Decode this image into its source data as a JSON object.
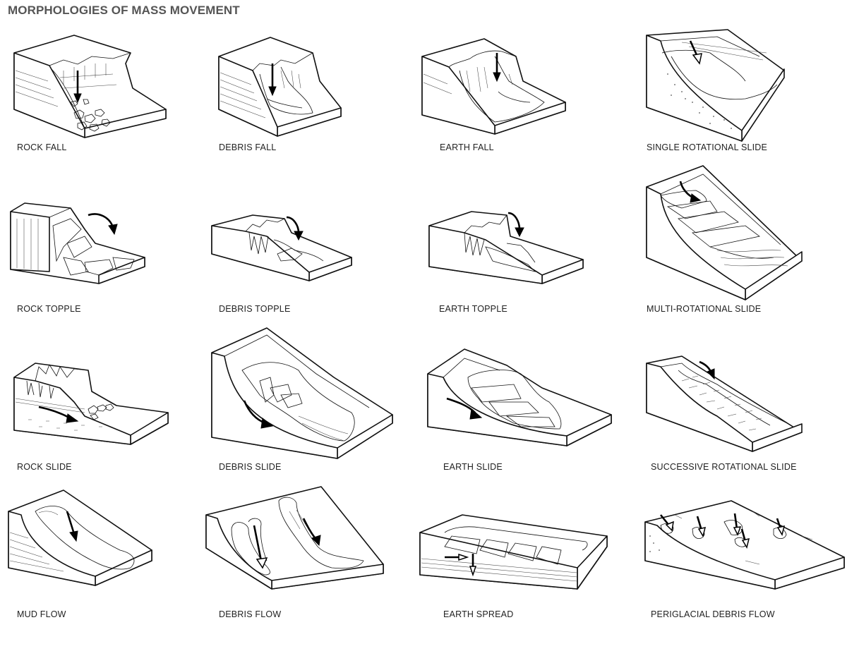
{
  "title": "MORPHOLOGIES OF MASS MOVEMENT",
  "panels": [
    {
      "id": "rock-fall",
      "label": "ROCK FALL"
    },
    {
      "id": "debris-fall",
      "label": "DEBRIS FALL"
    },
    {
      "id": "earth-fall",
      "label": "EARTH FALL"
    },
    {
      "id": "single-rotational-slide",
      "label": "SINGLE ROTATIONAL SLIDE"
    },
    {
      "id": "rock-topple",
      "label": "ROCK TOPPLE"
    },
    {
      "id": "debris-topple",
      "label": "DEBRIS TOPPLE"
    },
    {
      "id": "earth-topple",
      "label": "EARTH TOPPLE"
    },
    {
      "id": "multi-rotational-slide",
      "label": "MULTI-ROTATIONAL SLIDE"
    },
    {
      "id": "rock-slide",
      "label": "ROCK SLIDE"
    },
    {
      "id": "debris-slide",
      "label": "DEBRIS SLIDE"
    },
    {
      "id": "earth-slide",
      "label": "EARTH SLIDE"
    },
    {
      "id": "successive-rotational-slide",
      "label": "SUCCESSIVE ROTATIONAL SLIDE"
    },
    {
      "id": "mud-flow",
      "label": "MUD FLOW"
    },
    {
      "id": "debris-flow",
      "label": "DEBRIS FLOW"
    },
    {
      "id": "earth-spread",
      "label": "EARTH SPREAD"
    },
    {
      "id": "periglacial-debris-flow",
      "label": "PERIGLACIAL DEBRIS FLOW"
    }
  ]
}
